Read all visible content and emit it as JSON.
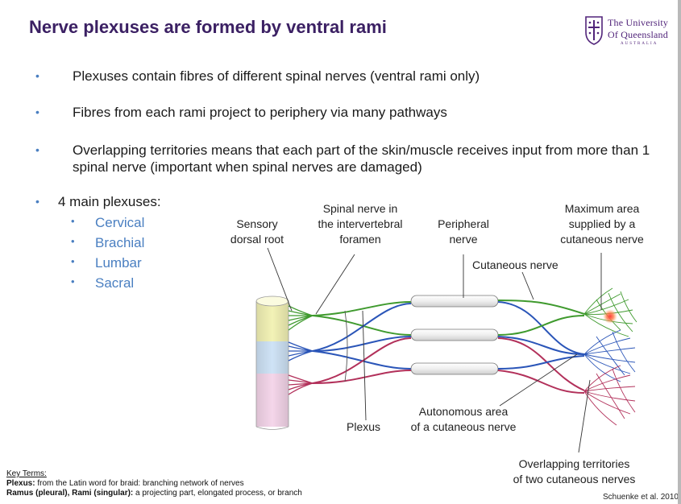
{
  "slide": {
    "title": "Nerve plexuses are formed by ventral rami",
    "logo": {
      "line1": "The University",
      "line2": "Of Queensland",
      "line3": "AUSTRALIA"
    },
    "bullet_glyph": "•",
    "bullets": [
      "Plexuses contain fibres of different spinal nerves (ventral rami only)",
      "Fibres from each rami project to periphery via many pathways",
      "Overlapping territories means that each part of the skin/muscle receives input from more than 1 spinal nerve (important when spinal nerves are damaged)"
    ],
    "plexus_heading": "4 main plexuses:",
    "plexuses": [
      "Cervical",
      "Brachial",
      "Lumbar",
      "Sacral"
    ],
    "diagram_labels": {
      "sensory_l1": "Sensory",
      "sensory_l2": "dorsal root",
      "spinal_l1": "Spinal nerve in",
      "spinal_l2": "the intervertebral",
      "spinal_l3": "foramen",
      "peripheral_l1": "Peripheral",
      "peripheral_l2": "nerve",
      "max_l1": "Maximum area",
      "max_l2": "supplied by a",
      "max_l3": "cutaneous nerve",
      "cutaneous": "Cutaneous nerve",
      "plexus": "Plexus",
      "autonomous_l1": "Autonomous area",
      "autonomous_l2": "of a cutaneous nerve",
      "overlap_l1": "Overlapping territories",
      "overlap_l2": "of two cutaneous nerves"
    },
    "key_terms": {
      "heading": "Key Terms:",
      "plexus_term": "Plexus:",
      "plexus_def": " from the Latin word for braid: branching network of nerves",
      "ramus_term": "Ramus (pleural), Rami (singular):",
      "ramus_def": " a projecting part, elongated process, or branch"
    },
    "citation": "Schuenke et al. 2010"
  },
  "colors": {
    "title": "#3b2063",
    "bullet": "#4a7fc1",
    "green_nerve": "#3f9a2e",
    "blue_nerve": "#2a55b8",
    "red_nerve": "#b2305a",
    "cord_yellow": "#f3f2b6",
    "cord_blue": "#cfe3f6",
    "cord_pink": "#f5d6ea"
  }
}
